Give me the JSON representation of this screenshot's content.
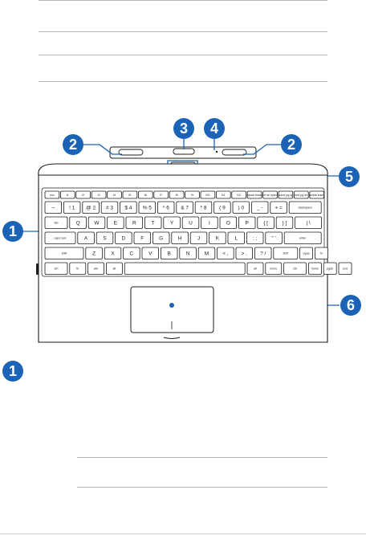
{
  "callouts": {
    "c1": "1",
    "c2a": "2",
    "c2b": "2",
    "c3": "3",
    "c4": "4",
    "c5": "5",
    "c6": "6"
  },
  "section_marker": "1",
  "keyboard": {
    "row0": [
      "esc",
      "f1",
      "f2",
      "f3",
      "f4",
      "f5",
      "f6",
      "f7",
      "f8",
      "f9",
      "f10",
      "f11",
      "f12",
      "pause break",
      "prt sc sysrq",
      "home pg up",
      "end pg dn",
      "delete insert"
    ],
    "row1": [
      "~",
      "! 1",
      "@ 2",
      "# 3",
      "$ 4",
      "% 5",
      "^ 6",
      "& 7",
      "* 8",
      "( 9",
      ") 0",
      "_ -",
      "+ =",
      "backspace"
    ],
    "row2": [
      "tab",
      "Q",
      "W",
      "E",
      "R",
      "T",
      "Y",
      "U",
      "I",
      "O",
      "P",
      "{ [",
      "} ]",
      "| \\"
    ],
    "row3": [
      "caps lock",
      "A",
      "S",
      "D",
      "F",
      "G",
      "H",
      "J",
      "K",
      "L",
      ": ;",
      "\" '",
      "enter"
    ],
    "row4": [
      "shift",
      "Z",
      "X",
      "C",
      "V",
      "B",
      "N",
      "M",
      "< ,",
      "> .",
      "? /",
      "shift",
      "pgup",
      "fn"
    ],
    "row5": [
      "ctrl",
      "fn",
      "win",
      "alt",
      "",
      "alt",
      "menu",
      "ctrl",
      "home",
      "pgdn",
      "end"
    ]
  }
}
